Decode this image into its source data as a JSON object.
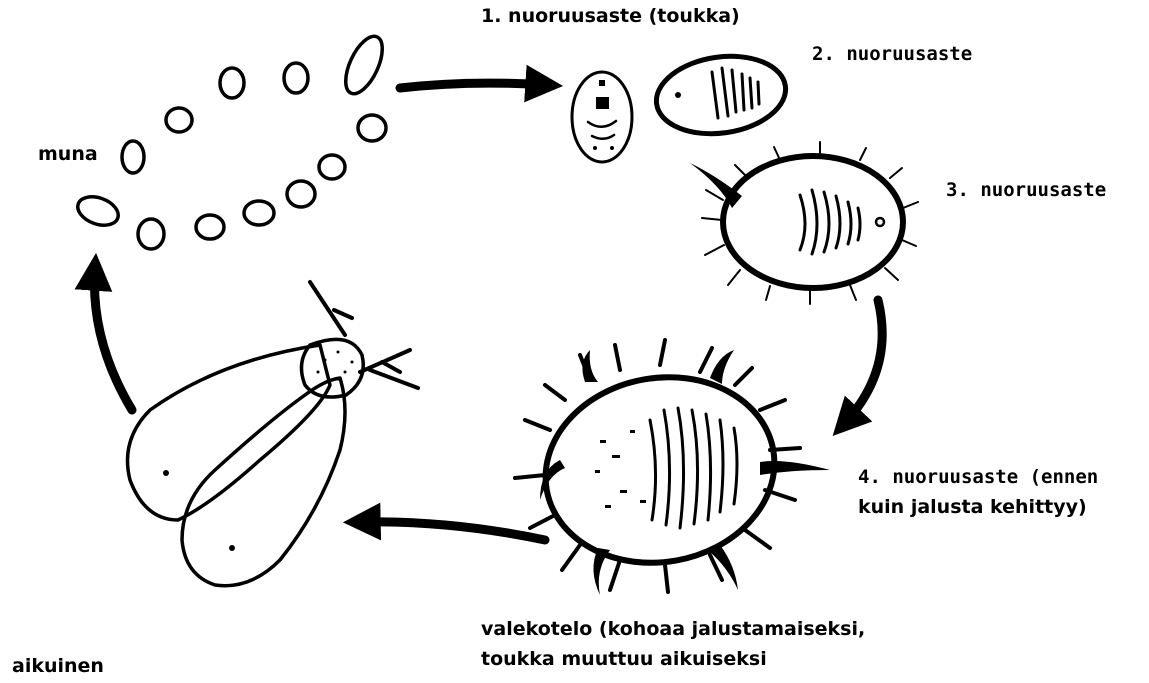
{
  "labels": {
    "muna": "muna",
    "stage1": "1. nuoruusaste (toukka)",
    "stage2": "2. nuoruusaste",
    "stage3": "3. nuoruusaste",
    "stage4_line1": "4. nuoruusaste (ennen",
    "stage4_line2": "kuin jalusta kehittyy)",
    "pupa_line1": "valekotelo (kohoaa jalustamaiseksi,",
    "pupa_line2": "toukka muuttuu aikuiseksi",
    "adult": "aikuinen"
  }
}
